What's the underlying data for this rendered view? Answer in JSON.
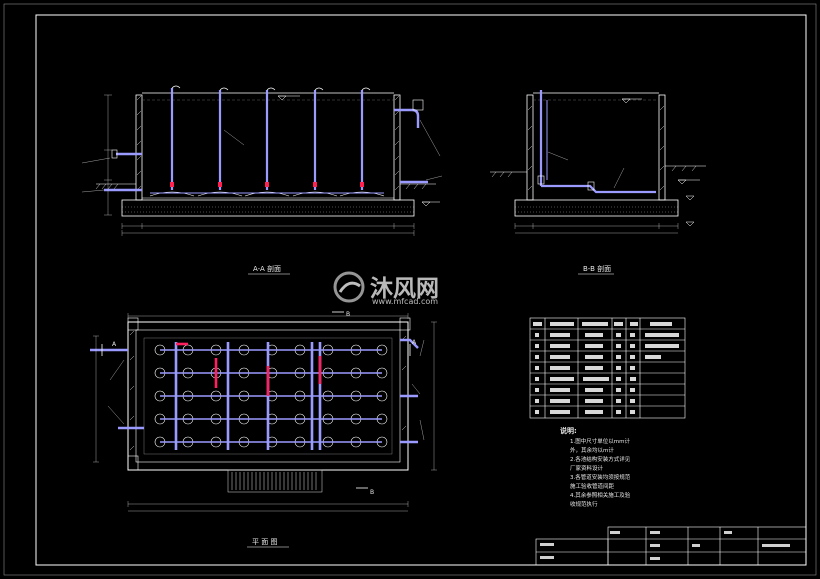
{
  "drawing": {
    "views": {
      "section_aa_label": "A-A 剖面",
      "section_bb_label": "B-B 剖面",
      "plan_label": "平 面 图"
    },
    "section_marks": {
      "a": "A",
      "b": "B"
    },
    "watermark": {
      "brand": "沐风网",
      "url": "www.mfcad.com"
    },
    "notes_heading": "说明:",
    "notes": [
      "1.图中尺寸单位以mm计",
      "  外，其余均以m计",
      "2.各池结构安装方式详见",
      "  厂家资料设计",
      "3.各管道安装均须按规范",
      "  施工验收管道间距",
      "4.其余参照相关施工及验",
      "  收规范执行"
    ],
    "table_rows": 9,
    "colors": {
      "background": "#000000",
      "frame": "#ffffff",
      "pipe": "#8080ff",
      "highlight": "#ff0040",
      "dimension": "#d0d0d0",
      "ground_hatch": "#ffffff"
    }
  }
}
